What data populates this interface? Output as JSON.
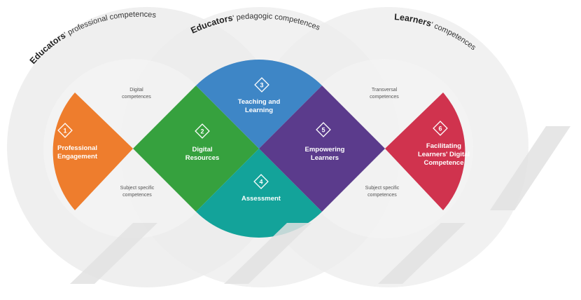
{
  "headers": {
    "professional": {
      "bold": "Educators",
      "rest": "' professional competences"
    },
    "pedagogic": {
      "bold": "Educators",
      "rest": "' pedagogic competences"
    },
    "learners": {
      "bold": "Learners",
      "rest": "' competences"
    }
  },
  "areas": [
    {
      "number": "1",
      "line1": "Professional",
      "line2": "Engagement",
      "color": "#ee7d2d"
    },
    {
      "number": "2",
      "line1": "Digital",
      "line2": "Resources",
      "color": "#36a13e"
    },
    {
      "number": "3",
      "line1": "Teaching and",
      "line2": "Learning",
      "color": "#3e86c6"
    },
    {
      "number": "4",
      "line1": "Assessment",
      "line2": "",
      "color": "#13a39a"
    },
    {
      "number": "5",
      "line1": "Empowering",
      "line2": "Learners",
      "color": "#5b3b8c"
    },
    {
      "number": "6",
      "line1": "Facilitating",
      "line2": "Learners' Digital",
      "line3": "Competence",
      "color": "#d0334e"
    }
  ],
  "annotations": {
    "digital_competences": {
      "line1": "Digital",
      "line2": "competences"
    },
    "subject_specific_left": {
      "line1": "Subject specific",
      "line2": "competences"
    },
    "transversal": {
      "line1": "Transversal",
      "line2": "competences"
    },
    "subject_specific_right": {
      "line1": "Subject specific",
      "line2": "competences"
    }
  },
  "colors": {
    "circle_fill": "#f0f0f0",
    "circle_outer": "#ebebeb",
    "watermark": "#e2e2e2"
  }
}
